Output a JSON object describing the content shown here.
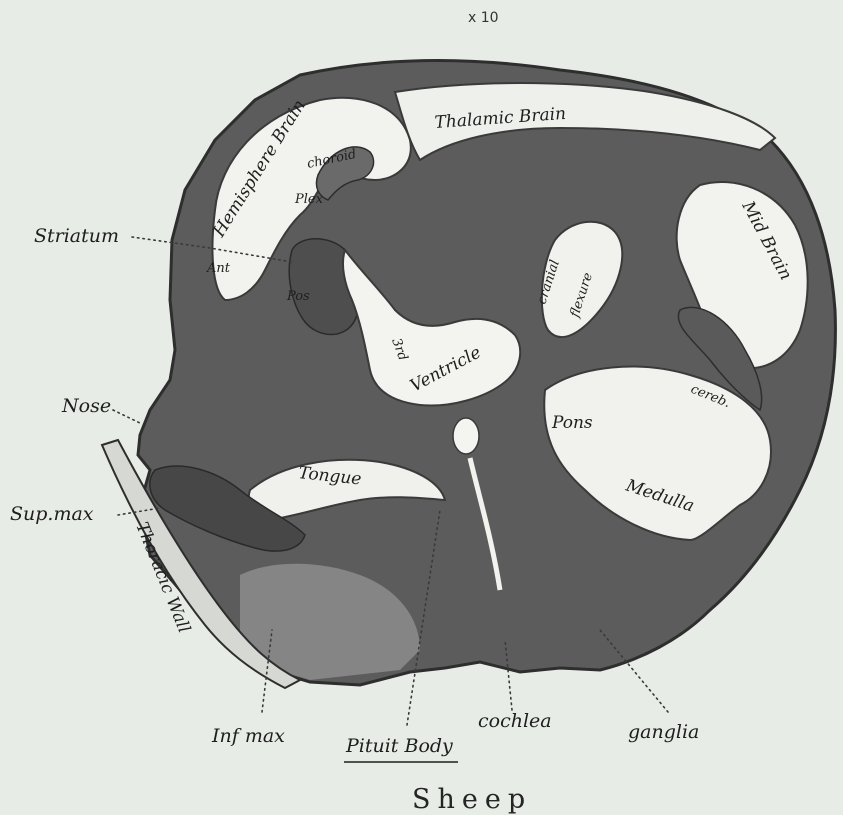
{
  "magnification": "x 10",
  "caption": "Sheep",
  "labels": {
    "thalamic_brain": "Thalamic Brain",
    "hemisphere_brain": "Hemisphere Brain",
    "choroid": "choroid",
    "plex": "Plex",
    "striatum": "Striatum",
    "ant": "Ant",
    "pos": "Pos",
    "third": "3rd",
    "ventricle": "Ventricle",
    "cranial": "cranial",
    "flexure": "flexure",
    "mid_brain": "Mid Brain",
    "cereb": "cereb.",
    "pons": "Pons",
    "medulla": "Medulla",
    "nose": "Nose",
    "tongue": "Tongue",
    "sup_max": "Sup.max",
    "thoracic_wall": "Thoracic Wall",
    "inf_max": "Inf max",
    "pituit_body": "Pituit Body",
    "cochlea": "cochlea",
    "ganglia": "ganglia"
  }
}
